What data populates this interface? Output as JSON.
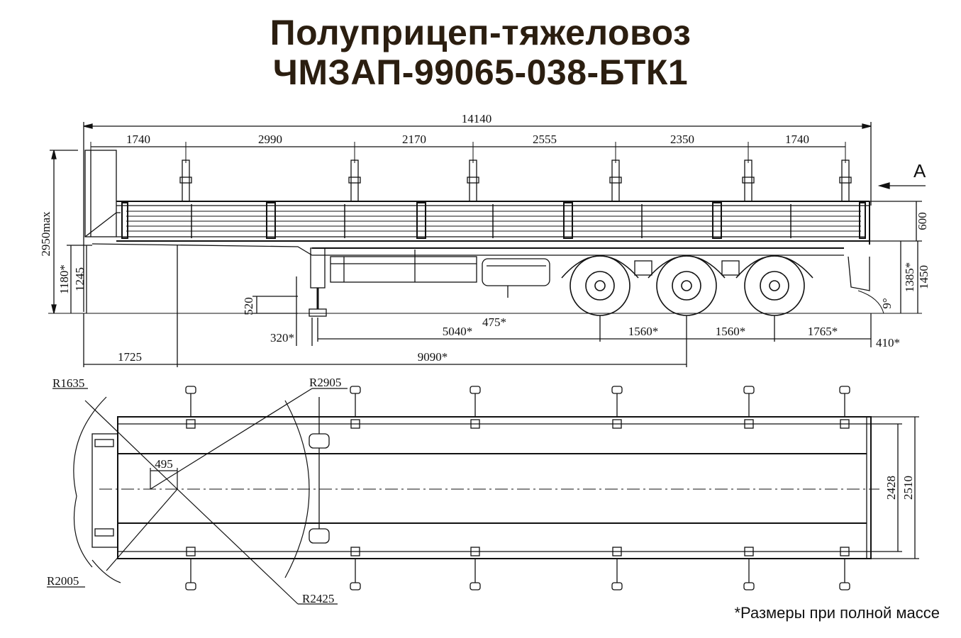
{
  "title": {
    "line1": "Полуприцеп-тяжеловоз",
    "line2": "ЧМЗАП-99065-038-БТК1"
  },
  "note": "*Размеры при полной массе",
  "view_marker": "A",
  "side_view": {
    "overall_length": "14140",
    "top_dims": [
      "1740",
      "2990",
      "2170",
      "2555",
      "2350",
      "1740"
    ],
    "height_max": "2950max",
    "deck_height_loaded": "1180*",
    "deck_height": "1245",
    "side_wall": "600",
    "rear_height_loaded": "1385*",
    "rear_height": "1450",
    "support_leg": "520",
    "support_offset": "320*",
    "landing_gear": "475*",
    "kingpin_to_axle": "5040*",
    "axle_spacing_1": "1560*",
    "axle_spacing_2": "1560*",
    "rear_overhang": "1765*",
    "rear_small": "410*",
    "ground_angle": "9°",
    "front_overhang": "1725",
    "wheelbase": "9090*"
  },
  "top_view": {
    "r_front": "R1635",
    "r_turn": "R2905",
    "r_inner": "R2005",
    "r_outer": "R2425",
    "kingpin_offset": "495",
    "inner_width": "2428",
    "outer_width": "2510"
  }
}
